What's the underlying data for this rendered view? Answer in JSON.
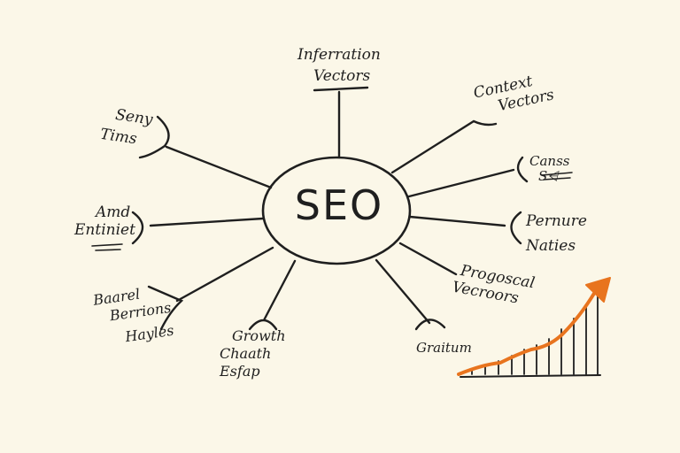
{
  "center": {
    "label": "SEO"
  },
  "nodes": {
    "top": {
      "lines": [
        "Inferration",
        "Vectors"
      ]
    },
    "top_right": {
      "lines": [
        "Context",
        "Vectors"
      ]
    },
    "right_1": {
      "lines": [
        "Canss",
        "S⩤"
      ]
    },
    "right_2": {
      "lines": [
        "Pernure",
        "Naties"
      ]
    },
    "bottom_right": {
      "lines": [
        "Progoscal",
        "Vecroors"
      ]
    },
    "bottom": {
      "lines": [
        "Graitum"
      ]
    },
    "bottom_left": {
      "lines": [
        "Growth",
        "Chaath",
        "Esfap"
      ]
    },
    "left_low": {
      "lines": [
        "Baarel",
        "Berrions",
        "Hayles"
      ]
    },
    "left_mid": {
      "lines": [
        "Amd",
        "Entiniet"
      ]
    },
    "top_left": {
      "lines": [
        "Seny",
        "Tims"
      ]
    }
  },
  "colors": {
    "ink": "#1f1f1f",
    "accent": "#e8741e",
    "paper": "#fbf7e8"
  },
  "growth_chart": {
    "type": "line",
    "trend": "rising",
    "arrow": "up-right"
  }
}
